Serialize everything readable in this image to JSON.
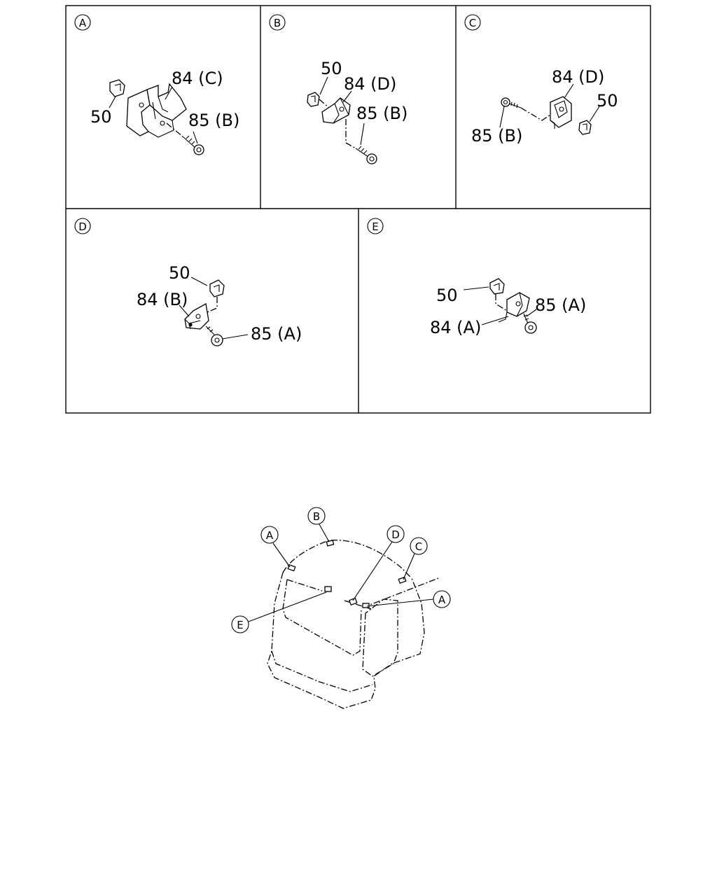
{
  "panels": {
    "A": {
      "marker": "A",
      "labels": {
        "clip": "50",
        "bracket": "84 (C)",
        "screw": "85 (B)"
      }
    },
    "B": {
      "marker": "B",
      "labels": {
        "clip": "50",
        "bracket": "84 (D)",
        "screw": "85 (B)"
      }
    },
    "C": {
      "marker": "C",
      "labels": {
        "clip": "50",
        "bracket": "84 (D)",
        "screw": "85 (B)"
      }
    },
    "D": {
      "marker": "D",
      "labels": {
        "clip": "50",
        "bracket": "84 (B)",
        "screw": "85 (A)"
      }
    },
    "E": {
      "marker": "E",
      "labels": {
        "clip": "50",
        "bracket": "84 (A)",
        "screw": "85 (A)"
      }
    }
  },
  "overview": {
    "callouts": {
      "a_left": "A",
      "b": "B",
      "d": "D",
      "c": "C",
      "a_right": "A",
      "e": "E"
    }
  }
}
